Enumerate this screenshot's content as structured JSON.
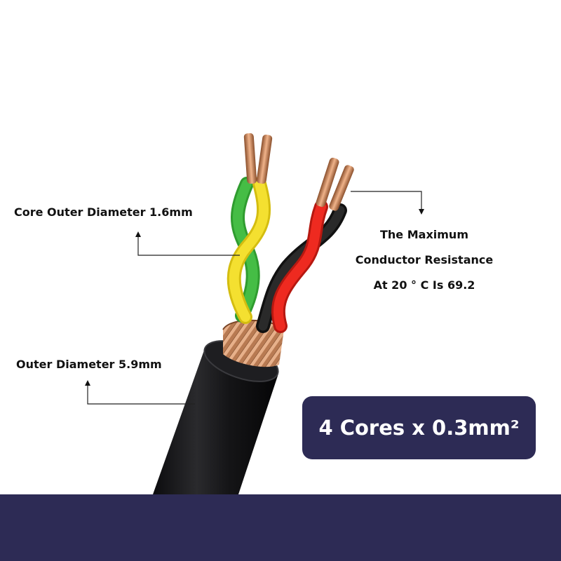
{
  "callouts": {
    "core_outer_diameter": "Core Outer Diameter 1.6mm",
    "max_resistance": {
      "line1": "The Maximum",
      "line2": "Conductor Resistance",
      "line3": "At 20 ° C Is 69.2"
    },
    "outer_diameter": "Outer Diameter 5.9mm"
  },
  "badge": {
    "text": "4 Cores x 0.3mm²"
  },
  "colors": {
    "navy_accent": "#2d2b55",
    "jacket_black": "#1b1b1d",
    "wire_yellow": "#f2dd2a",
    "wire_green": "#3cb43c",
    "wire_red": "#e8261e",
    "wire_black": "#1e1e1e",
    "copper": "#c98a5e"
  },
  "icons": [
    "arrow-up-icon",
    "arrow-down-icon"
  ]
}
